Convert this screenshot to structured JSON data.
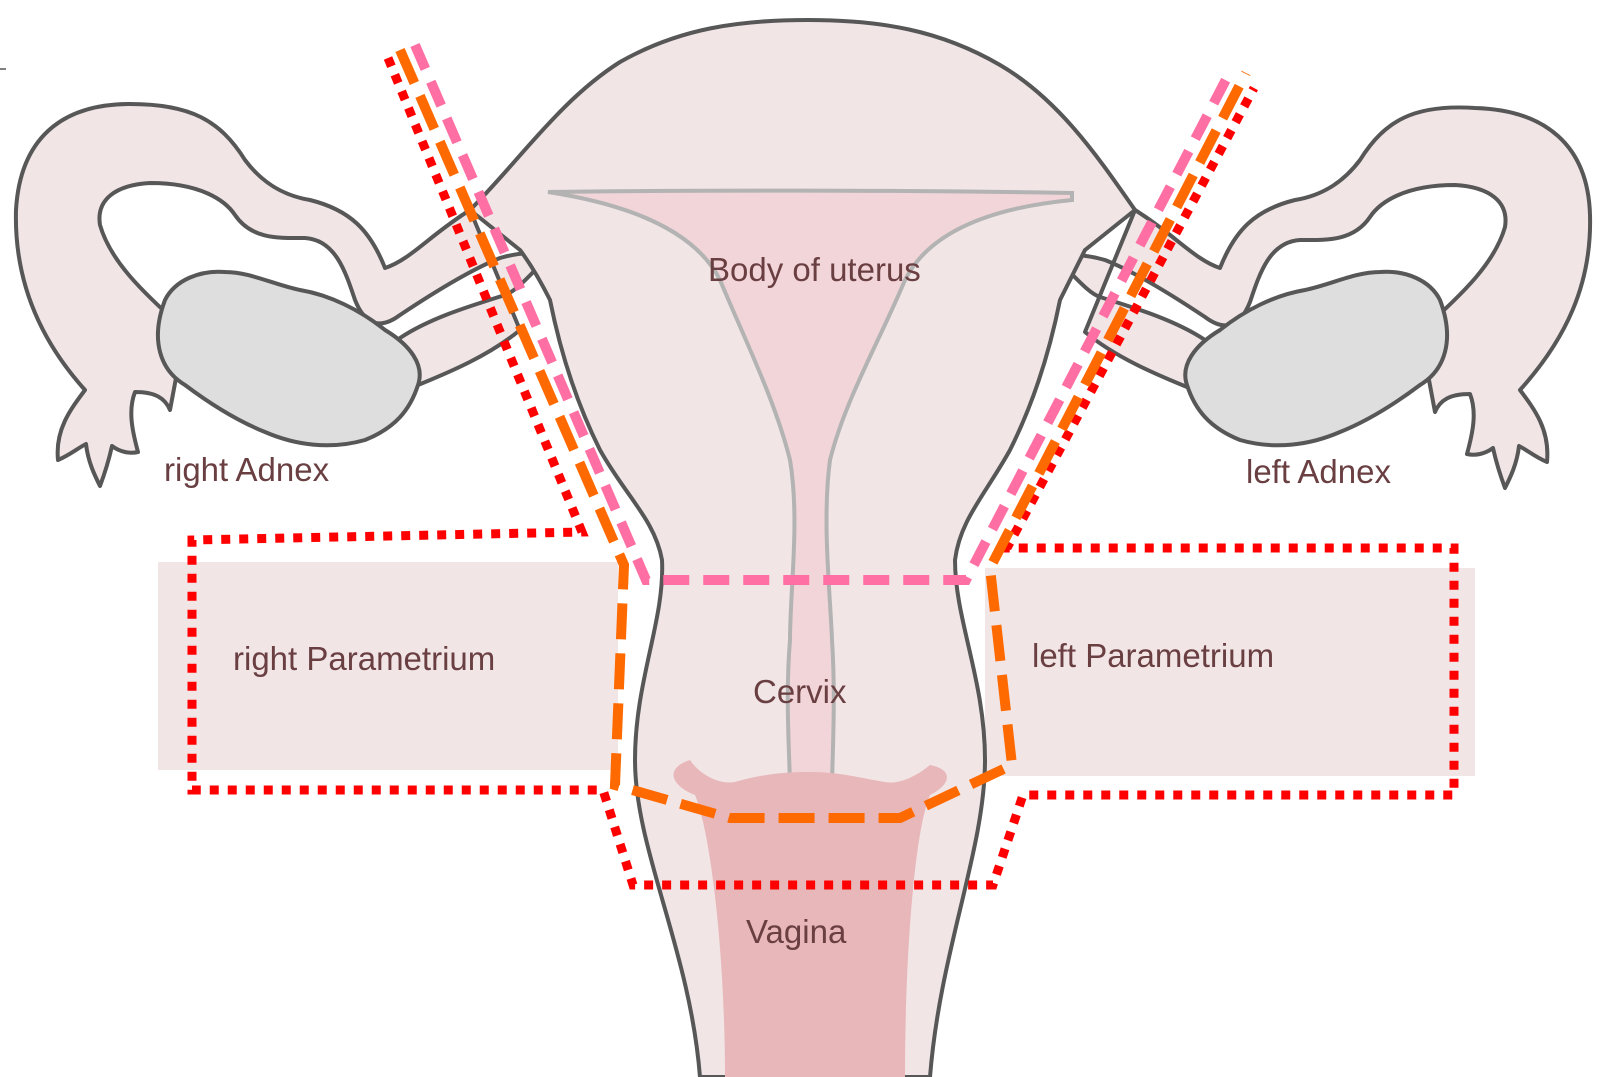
{
  "labels": {
    "body_of_uterus": "Body of uterus",
    "right_adnex": "right Adnex",
    "left_adnex": "left Adnex",
    "right_parametrium": "right Parametrium",
    "left_parametrium": "left Parametrium",
    "cervix": "Cervix",
    "vagina": "Vagina"
  },
  "colors": {
    "tissue": "#f1e5e6",
    "cavity": "#f2d5d8",
    "vagina_lumen": "#e8b7b9",
    "ovary": "#dedede",
    "outline": "#575757",
    "cavity_outline": "#b3b3b3",
    "parametrium_band": "#f1e5e6",
    "line_red_dotted": "#ff0000",
    "line_orange_dashed": "#ff6a00",
    "line_pink_dashed": "#ff6fa3",
    "label_text": "#6a3f42"
  }
}
